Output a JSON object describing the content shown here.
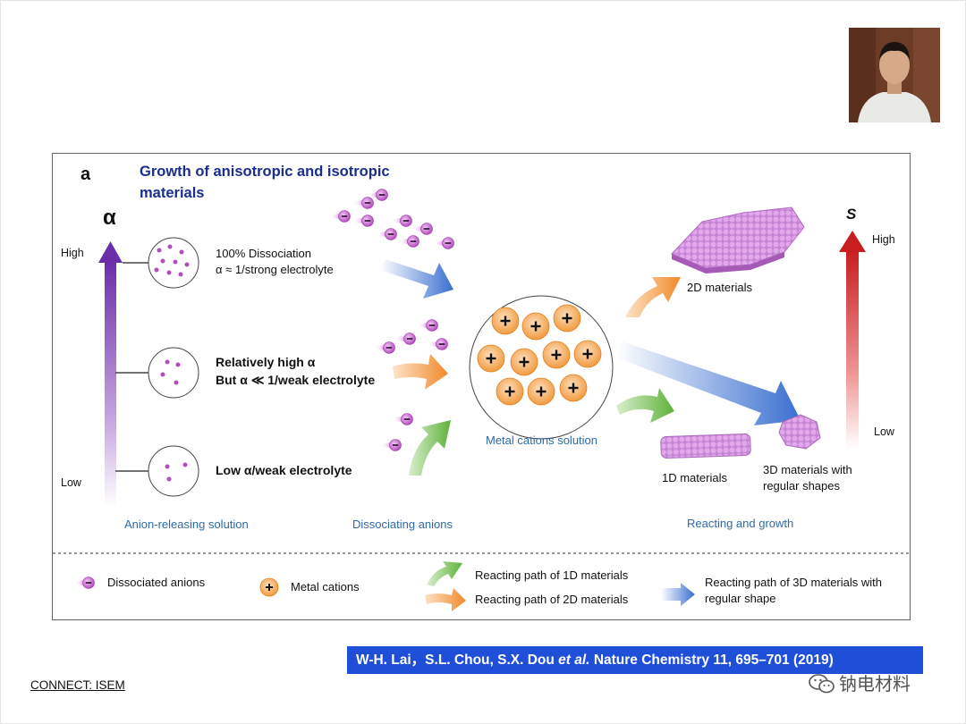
{
  "figure": {
    "panel_letter": "a",
    "title_line1": "Growth of anisotropic  and isotropic",
    "title_line2": "materials",
    "alpha_symbol": "α",
    "alpha_high": "High",
    "alpha_low": "Low",
    "s_symbol": "S",
    "s_high": "High",
    "s_low": "Low",
    "dissociation_high_line1": "100% Dissociation",
    "dissociation_high_line2": "α ≈ 1/strong electrolyte",
    "dissociation_mid_line1": "Relatively high α",
    "dissociation_mid_line2": "But α ≪ 1/weak electrolyte",
    "dissociation_low": "Low α/weak electrolyte",
    "materials_2d": "2D materials",
    "materials_1d": "1D materials",
    "materials_3d_line1": "3D materials with",
    "materials_3d_line2": "regular shapes",
    "metal_cations_solution": "Metal cations solution",
    "stage_anion_releasing": "Anion-releasing solution",
    "stage_dissociating": "Dissociating anions",
    "stage_reacting": "Reacting and growth",
    "legend": {
      "dissociated_anions": "Dissociated anions",
      "metal_cations": "Metal cations",
      "path_1d": "Reacting path of 1D materials",
      "path_2d": "Reacting path of 2D materials",
      "path_3d_line1": "Reacting path of 3D materials with",
      "path_3d_line2": "regular shape"
    },
    "colors": {
      "alpha_arrow": "#6a2fa8",
      "s_arrow": "#c81e1e",
      "arrow_blue": "#3a6fd0",
      "arrow_orange": "#f08a2a",
      "arrow_green": "#5fb13b",
      "anion": "#c96ad0",
      "cation": "#f2a04a",
      "title": "#1b2d8f"
    }
  },
  "citation": {
    "authors": "W-H. Lai，S.L. Chou, S.X. Dou",
    "etal": "et al.",
    "journal": "Nature Chemistry 11, 695–701 (2019)"
  },
  "footer": {
    "connect": "CONNECT: ISEM",
    "watermark": "钠电材料",
    "watermark_icon": "wechat-icon"
  },
  "presenter": {
    "icon": "presenter-photo"
  }
}
